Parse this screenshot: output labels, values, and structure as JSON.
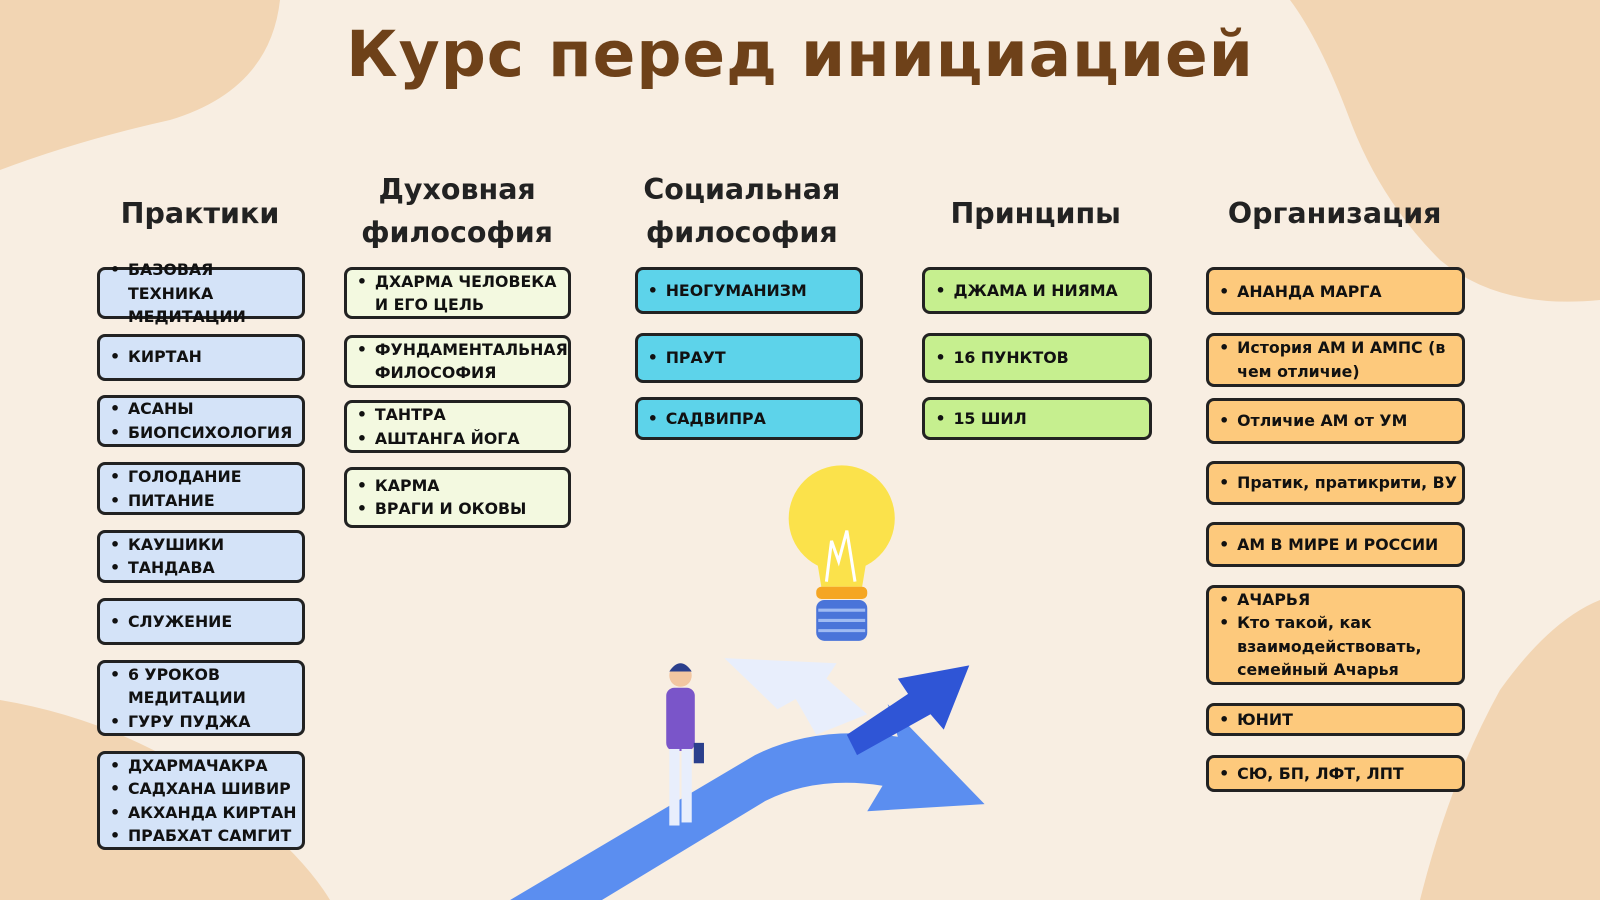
{
  "title": "Курс перед инициацией",
  "colors": {
    "blue": "#d4e3f8",
    "lightgreen": "#f3f9e0",
    "cyan": "#5dd3ea",
    "green": "#c6ef8f",
    "orange": "#fdc97c",
    "title": "#6e4119",
    "blob": "#f2d5b3"
  },
  "columns": [
    {
      "header": [
        "Практики"
      ],
      "color": "blue",
      "boxes": [
        [
          [
            "БАЗОВАЯ ТЕХНИКА",
            "МЕДИТАЦИИ"
          ]
        ],
        [
          [
            "КИРТАН"
          ]
        ],
        [
          [
            "АСАНЫ"
          ],
          [
            "БИОПСИХОЛОГИЯ"
          ]
        ],
        [
          [
            "ГОЛОДАНИЕ"
          ],
          [
            "ПИТАНИЕ"
          ]
        ],
        [
          [
            "КАУШИКИ"
          ],
          [
            "ТАНДАВА"
          ]
        ],
        [
          [
            "СЛУЖЕНИЕ"
          ]
        ],
        [
          [
            "6 УРОКОВ",
            "МЕДИТАЦИИ"
          ],
          [
            "ГУРУ ПУДЖА"
          ]
        ],
        [
          [
            "ДХАРМАЧАКРА"
          ],
          [
            "САДХАНА ШИВИР"
          ],
          [
            "АКХАНДА КИРТАН"
          ],
          [
            "ПРАБХАТ САМГИТ"
          ]
        ]
      ]
    },
    {
      "header": [
        "Духовная",
        "философия"
      ],
      "color": "lightgreen",
      "boxes": [
        [
          [
            "ДХАРМА ЧЕЛОВЕКА",
            "И ЕГО ЦЕЛЬ"
          ]
        ],
        [
          [
            "ФУНДАМЕНТАЛЬНАЯ",
            "ФИЛОСОФИЯ"
          ]
        ],
        [
          [
            "ТАНТРА"
          ],
          [
            "АШТАНГА ЙОГА"
          ]
        ],
        [
          [
            "КАРМА"
          ],
          [
            "ВРАГИ И ОКОВЫ"
          ]
        ]
      ]
    },
    {
      "header": [
        "Социальная",
        "философия"
      ],
      "color": "cyan",
      "boxes": [
        [
          [
            "НЕОГУМАНИЗМ"
          ]
        ],
        [
          [
            "ПРАУТ"
          ]
        ],
        [
          [
            "САДВИПРА"
          ]
        ]
      ]
    },
    {
      "header": [
        "Принципы"
      ],
      "color": "green",
      "boxes": [
        [
          [
            "ДЖАМА И НИЯМА"
          ]
        ],
        [
          [
            "16 ПУНКТОВ"
          ]
        ],
        [
          [
            "15 ШИЛ"
          ]
        ]
      ]
    },
    {
      "header": [
        "Организация"
      ],
      "color": "orange",
      "boxes": [
        [
          [
            "АНАНДА МАРГА"
          ]
        ],
        [
          [
            "История АМ И АМПС (в",
            "чем отличие)"
          ]
        ],
        [
          [
            "Отличие АМ от УМ"
          ]
        ],
        [
          [
            "Пратик, пратикрити, ВУ"
          ]
        ],
        [
          [
            "АМ В МИРЕ И РОССИИ"
          ]
        ],
        [
          [
            "АЧАРЬЯ"
          ],
          [
            "Кто такой, как",
            "взаимодействовать,",
            "семейный Ачарья"
          ]
        ],
        [
          [
            "ЮНИТ"
          ]
        ],
        [
          [
            "СЮ, БП, ЛФТ, ЛПТ"
          ]
        ]
      ]
    }
  ]
}
